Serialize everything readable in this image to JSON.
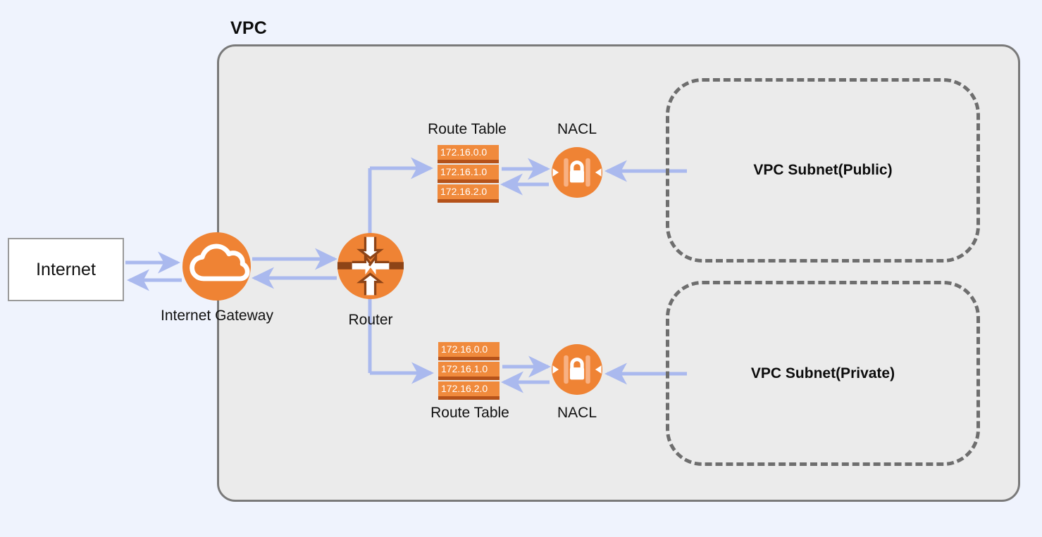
{
  "diagram": {
    "title": "VPC",
    "background_color": "#eff3fd",
    "vpc_fill": "#ebebeb",
    "accent_color": "#ef8334",
    "connector_color": "#aab9ee"
  },
  "internet": {
    "label": "Internet"
  },
  "internet_gateway": {
    "label": "Internet Gateway",
    "icon": "cloud-icon"
  },
  "router": {
    "label": "Router",
    "icon": "router-arrows-icon"
  },
  "route_tables": [
    {
      "label": "Route Table",
      "rows": [
        "172.16.0.0",
        "172.16.1.0",
        "172.16.2.0"
      ]
    },
    {
      "label": "Route Table",
      "rows": [
        "172.16.0.0",
        "172.16.1.0",
        "172.16.2.0"
      ]
    }
  ],
  "nacls": [
    {
      "label": "NACL",
      "icon": "lock-icon"
    },
    {
      "label": "NACL",
      "icon": "lock-icon"
    }
  ],
  "subnets": [
    {
      "label": "VPC Subnet(Public)"
    },
    {
      "label": "VPC Subnet(Private)"
    }
  ]
}
